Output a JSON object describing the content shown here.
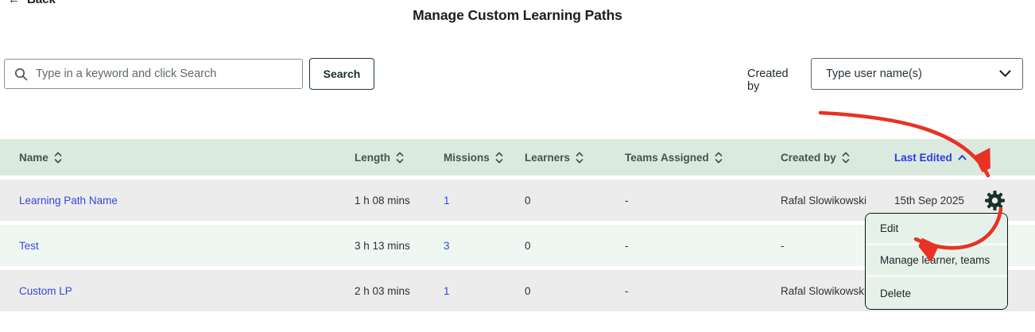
{
  "back_label": "Back",
  "title": "Manage Custom Learning Paths",
  "search": {
    "placeholder": "Type in a keyword and click Search",
    "button_label": "Search"
  },
  "filter": {
    "label": "Created by",
    "placeholder": "Type user name(s)"
  },
  "table": {
    "sorted_by": "Last Edited",
    "sort_direction": "asc",
    "columns": [
      {
        "label": "Name"
      },
      {
        "label": "Length"
      },
      {
        "label": "Missions"
      },
      {
        "label": "Learners"
      },
      {
        "label": "Teams Assigned"
      },
      {
        "label": "Created by"
      },
      {
        "label": "Last Edited"
      }
    ],
    "rows": [
      {
        "name": "Learning Path Name",
        "length": "1 h 08 mins",
        "missions": "1",
        "learners": "0",
        "teams": "-",
        "created_by": "Rafal Slowikowski",
        "last_edited": "15th Sep 2025"
      },
      {
        "name": "Test",
        "length": "3 h 13 mins",
        "missions": "3",
        "learners": "0",
        "teams": "-",
        "created_by": "-",
        "last_edited": ""
      },
      {
        "name": "Custom LP",
        "length": "2 h 03 mins",
        "missions": "1",
        "learners": "0",
        "teams": "-",
        "created_by": "Rafal Slowikowski",
        "last_edited": ""
      }
    ]
  },
  "context_menu": {
    "items": [
      "Edit",
      "Manage learner, teams",
      "Delete"
    ]
  },
  "colors": {
    "header_bg": "#dbeadf",
    "row_gray": "#ececec",
    "row_mint": "#eef7f1",
    "link_blue": "#3447dd",
    "sorted_blue": "#2b3ce4",
    "gear_green": "#15332b",
    "menu_bg": "#e6f2e9",
    "annotation_red": "#e93223"
  }
}
